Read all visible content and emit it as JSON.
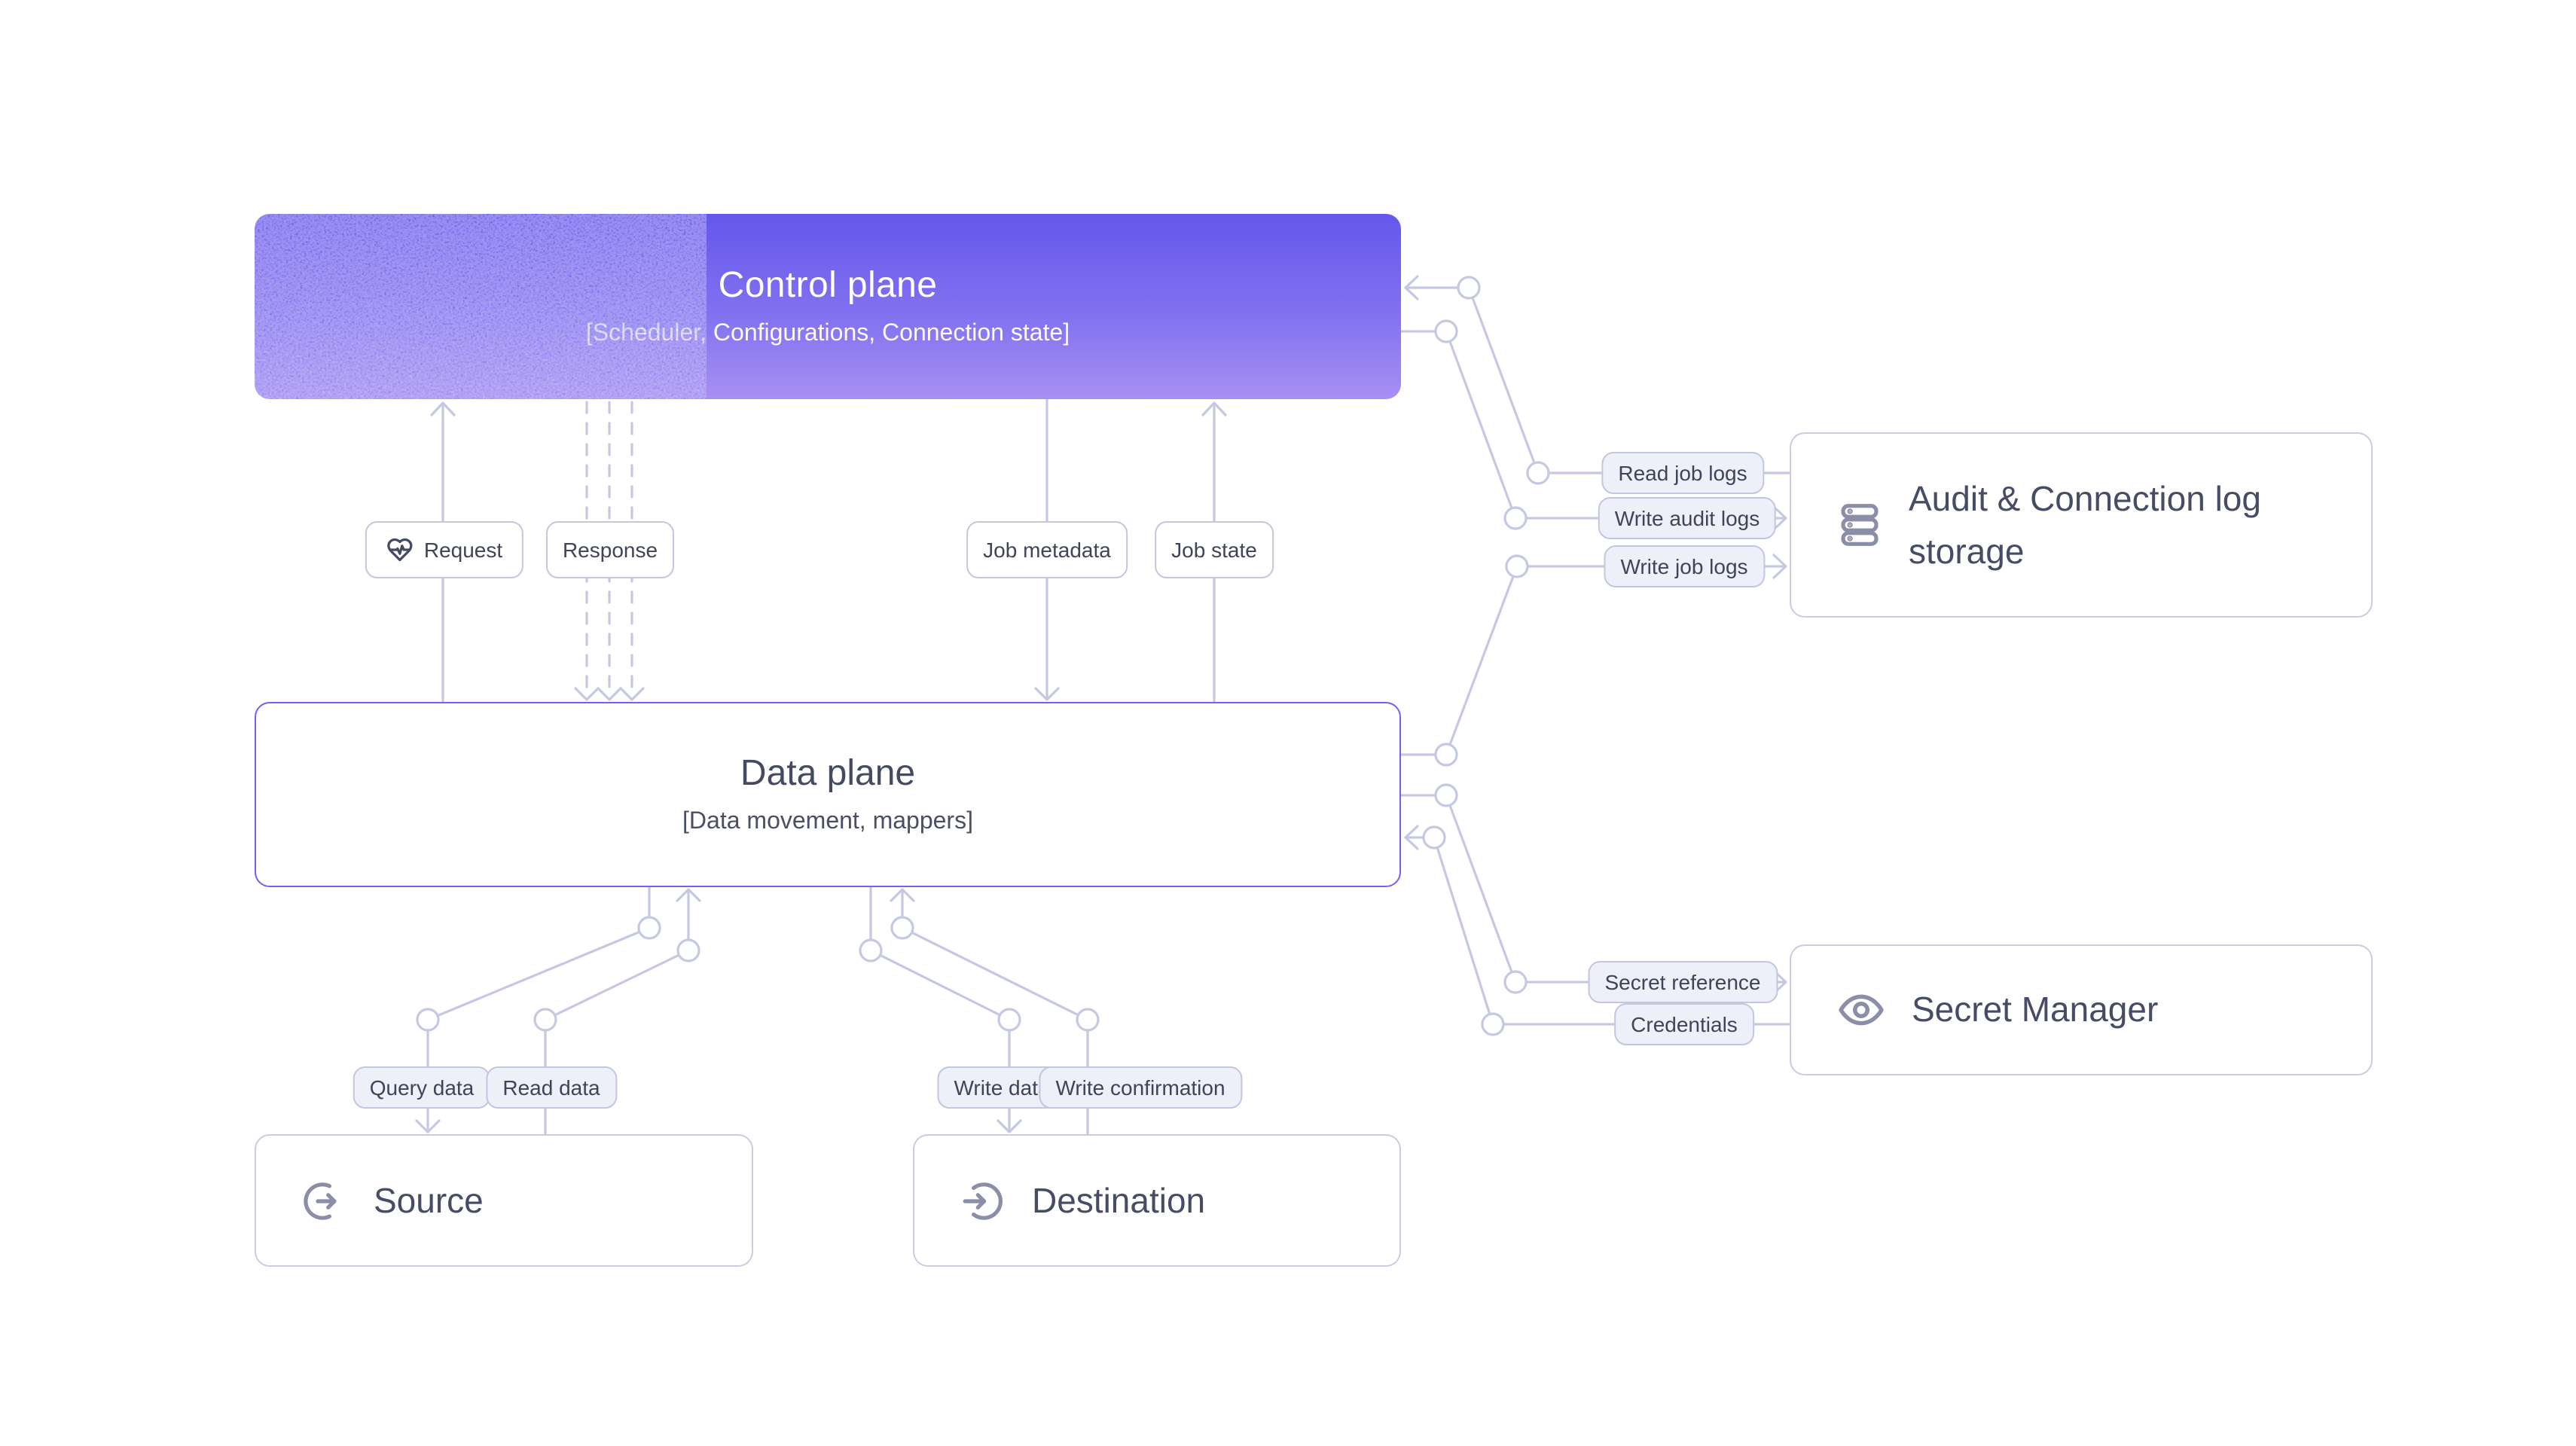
{
  "diagram": {
    "nodes": {
      "control_plane": {
        "title": "Control plane",
        "subtitle": "[Scheduler, Configurations, Connection state]"
      },
      "data_plane": {
        "title": "Data plane",
        "subtitle": "[Data movement, mappers]"
      },
      "source": {
        "title": "Source"
      },
      "destination": {
        "title": "Destination"
      },
      "audit_log_storage": {
        "title": "Audit & Connection log storage"
      },
      "secret_manager": {
        "title": "Secret Manager"
      }
    },
    "edge_labels": {
      "request": "Request",
      "response": "Response",
      "job_metadata": "Job metadata",
      "job_state": "Job state",
      "read_job_logs": "Read job logs",
      "write_audit_logs": "Write audit logs",
      "write_job_logs": "Write job logs",
      "secret_reference": "Secret reference",
      "credentials": "Credentials",
      "query_data": "Query data",
      "read_data": "Read data",
      "write_data": "Write data",
      "write_confirmation": "Write confirmation"
    },
    "icons": {
      "request": "heart-pulse-icon",
      "audit_log_storage": "database-icon",
      "secret_manager": "eye-icon",
      "source": "arrow-out-circle-icon",
      "destination": "arrow-in-circle-icon"
    },
    "colors": {
      "control_plane_gradient_top": "#6458EC",
      "control_plane_gradient_bottom": "#A78FF2",
      "data_plane_border": "#7C5BF9",
      "connector": "#C5C8E2",
      "label_fill": "#EDEFF9",
      "label_border": "#C3C6DE",
      "text_dark": "#454A63",
      "entity_icon": "#8A8EA6",
      "background": "#FFFFFF"
    }
  }
}
